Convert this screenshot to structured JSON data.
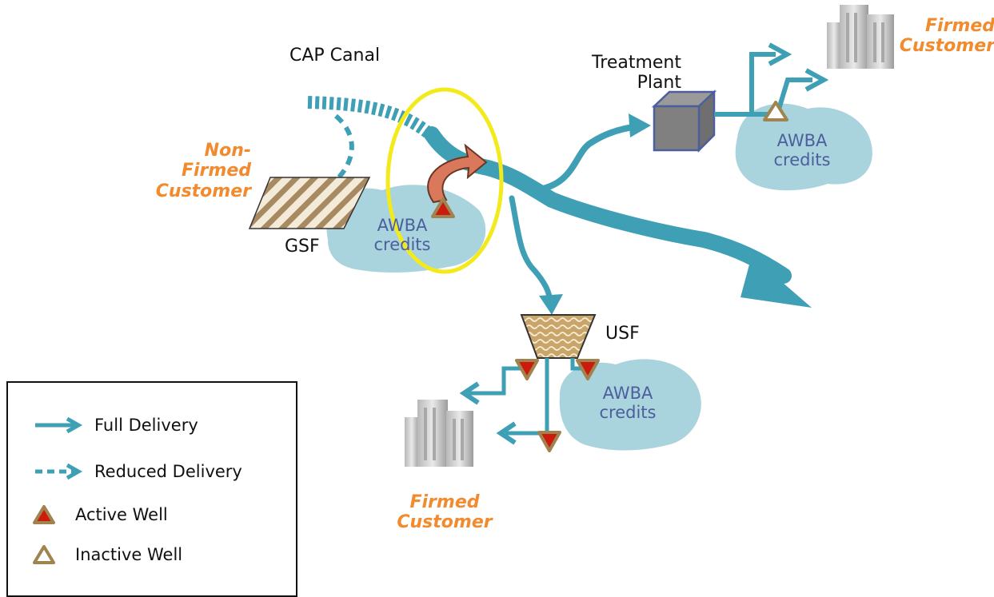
{
  "labels": {
    "cap_canal": "CAP Canal",
    "treatment_plant": [
      "Treatment",
      "Plant"
    ],
    "gsf": "GSF",
    "usf": "USF",
    "non_firmed": [
      "Non-",
      "Firmed",
      "Customer"
    ],
    "firmed_top": [
      "Firmed",
      "Customer"
    ],
    "firmed_bottom": [
      "Firmed",
      "Customer"
    ],
    "awba_credits": [
      "AWBA",
      "credits"
    ]
  },
  "legend": {
    "full_delivery": "Full Delivery",
    "reduced_delivery": "Reduced Delivery",
    "active_well": "Active Well",
    "inactive_well": "Inactive Well"
  },
  "colors": {
    "flow": "#3fa0b5",
    "storage": "#a9d3dd",
    "highlight": "#f3ea1c",
    "transfer_arrow": "#d9785a",
    "accent_text": "#f28a2e",
    "awba_text": "#4c5f9c",
    "well_border": "#a08450",
    "active_well_fill": "#cc1a0d"
  },
  "icons": [
    "building-icon",
    "treatment-plant-cube-icon",
    "gsf-parallelogram-icon",
    "usf-basin-icon",
    "active-well-icon",
    "inactive-well-icon"
  ]
}
